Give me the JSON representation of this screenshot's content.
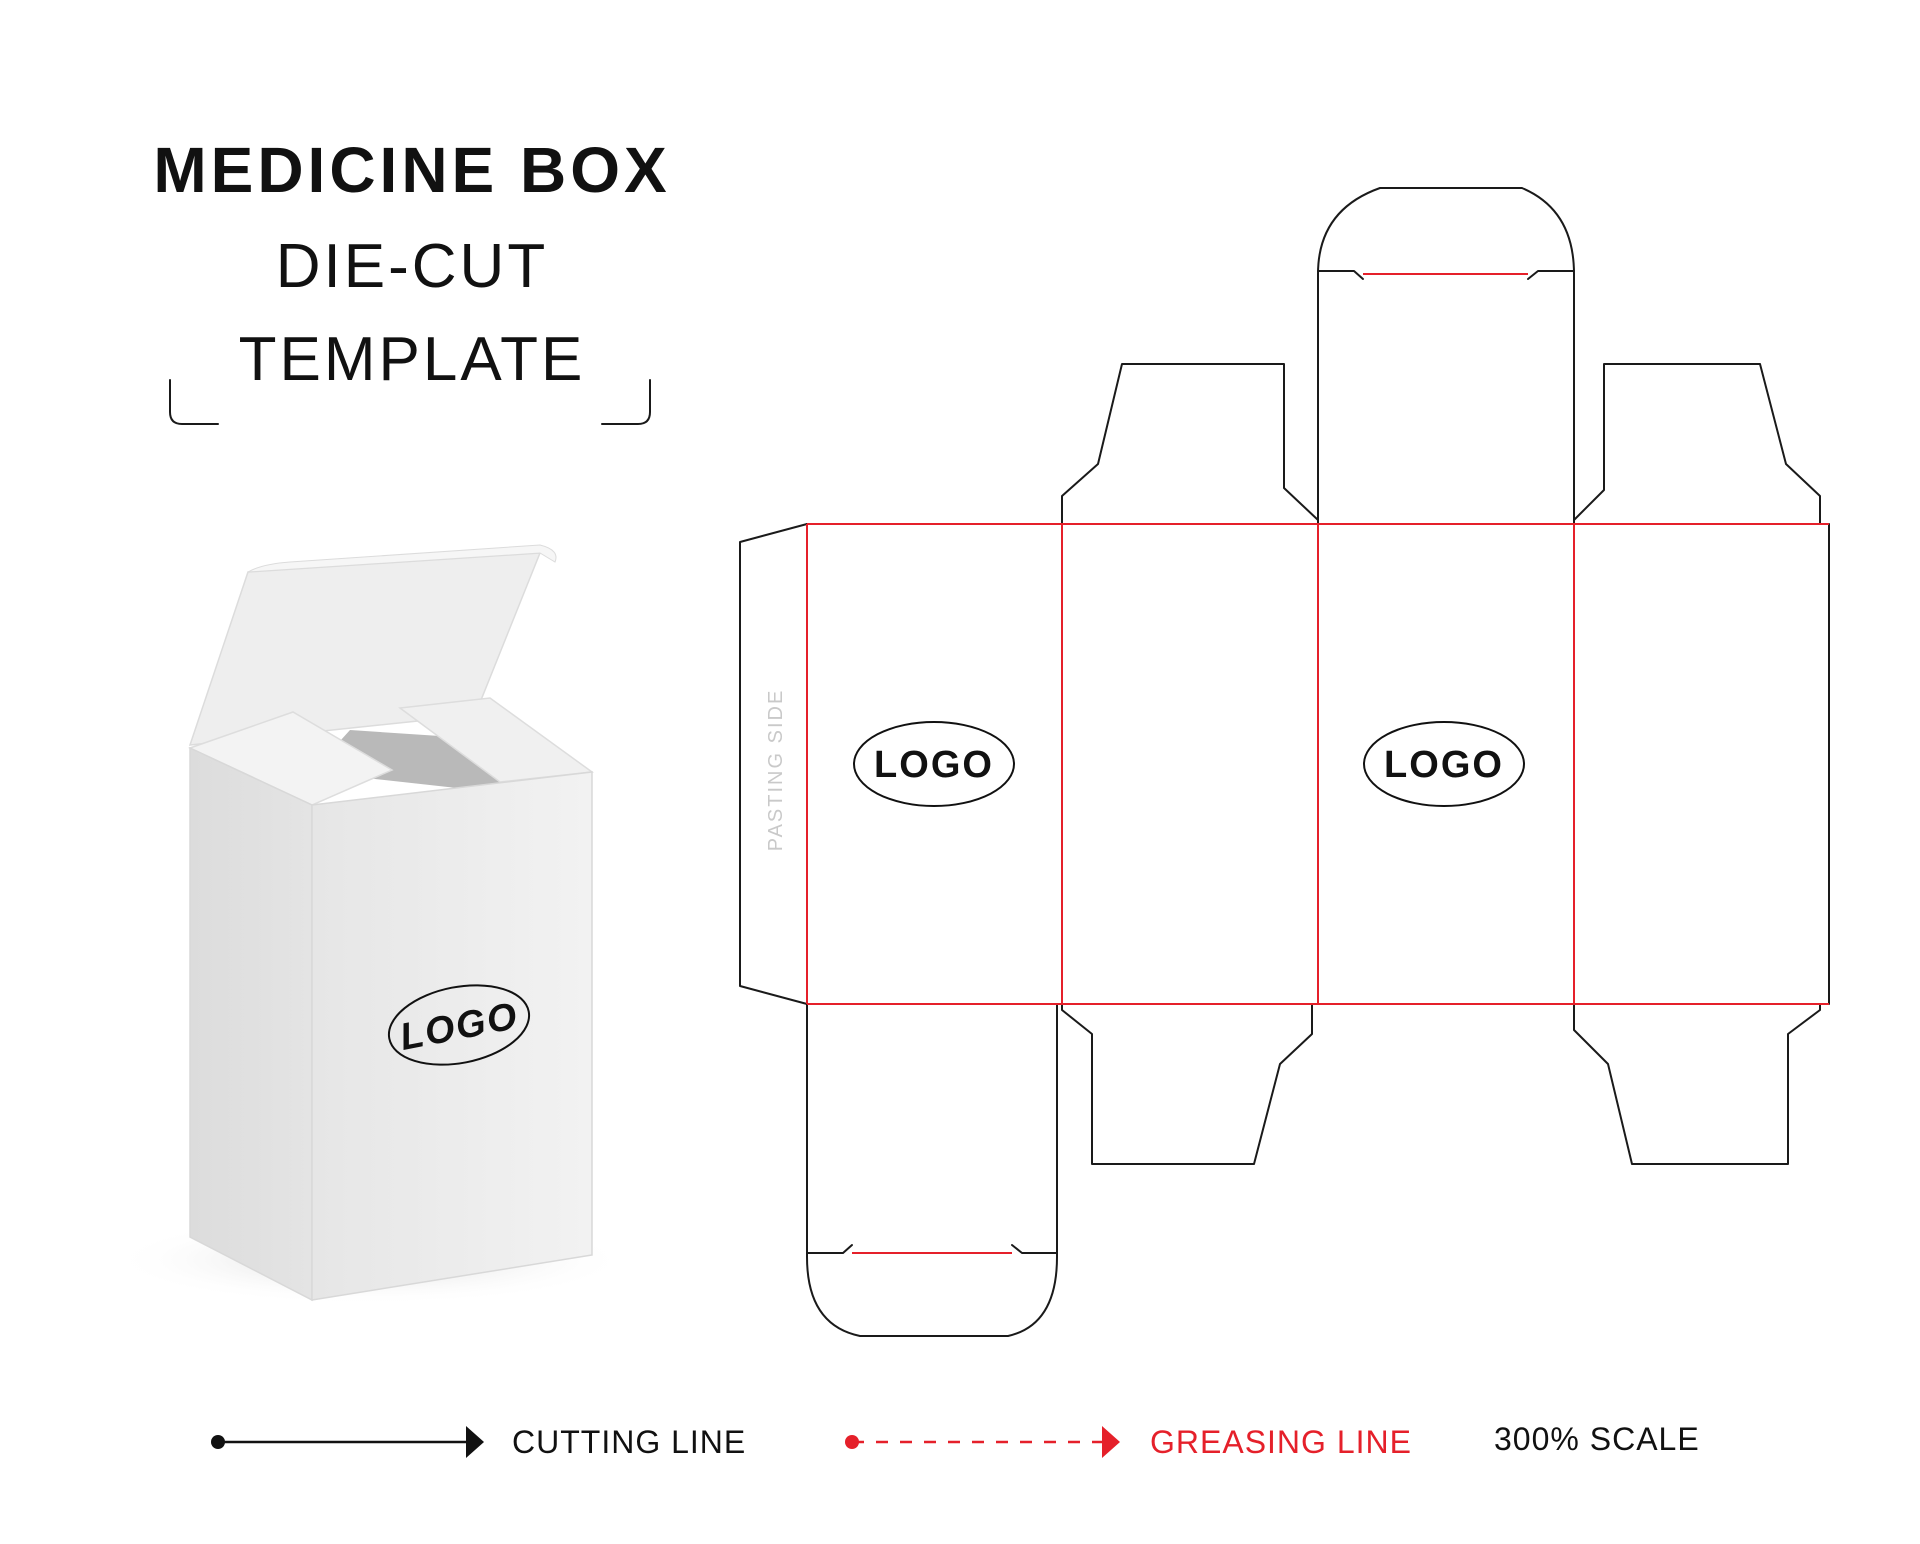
{
  "title": {
    "line1": "MEDICINE BOX",
    "line2": "DIE-CUT",
    "line3": "TEMPLATE"
  },
  "dieline": {
    "logo_left": "LOGO",
    "logo_right": "LOGO",
    "pasting_side": "PASTING SIDE"
  },
  "box_3d": {
    "logo": "LOGO"
  },
  "legend": {
    "cutting_line": "CUTTING LINE",
    "greasing_line": "GREASING LINE",
    "scale": "300% SCALE"
  },
  "colors": {
    "cut_line": "#1a1a1a",
    "crease_line": "#e5202a",
    "background": "#ffffff"
  }
}
